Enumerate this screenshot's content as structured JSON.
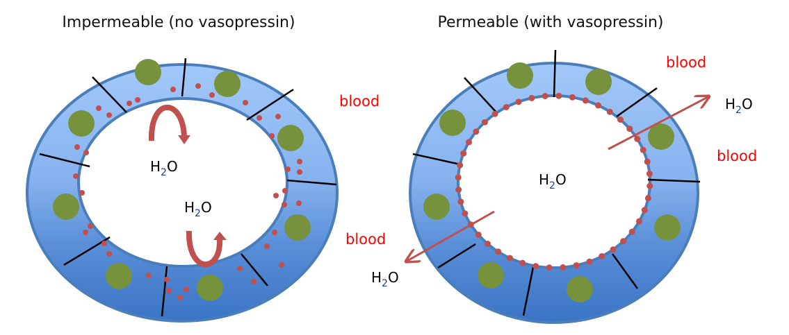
{
  "colors": {
    "membrane_fill_top": "#9dc3f7",
    "membrane_fill_bottom": "#3d78c8",
    "membrane_stroke": "#4a7ebb",
    "nucleus": "#76923c",
    "vesicle": "#c0504d",
    "arrow": "#c0504d",
    "blood_text": "#ff0000",
    "divider": "#000000",
    "subscript": "#1f3f8f"
  },
  "panels": [
    {
      "id": "impermeable",
      "title": "Impermeable (no vasopressin)",
      "condition": "no vasopressin",
      "water_permeable": false,
      "aquaporins_inserted": false,
      "labels": {
        "blood": [
          "blood"
        ],
        "water": [
          {
            "main": "H",
            "sub": "2",
            "tail": "O"
          },
          {
            "main": "H",
            "sub": "2",
            "tail": "O"
          }
        ]
      },
      "arrows": [
        "water-bounce-top",
        "water-bounce-bottom"
      ]
    },
    {
      "id": "permeable",
      "title": "Permeable (with vasopressin)",
      "condition": "with vasopressin",
      "water_permeable": true,
      "aquaporins_inserted": true,
      "labels": {
        "blood": [
          "blood",
          "blood",
          "blood"
        ],
        "water": [
          {
            "main": "H",
            "sub": "2",
            "tail": "O"
          },
          {
            "main": "H",
            "sub": "2",
            "tail": "O"
          },
          {
            "main": "H",
            "sub": "2",
            "tail": "O"
          }
        ]
      },
      "arrows": [
        "water-exit-upper-right",
        "water-exit-lower-left"
      ]
    }
  ]
}
